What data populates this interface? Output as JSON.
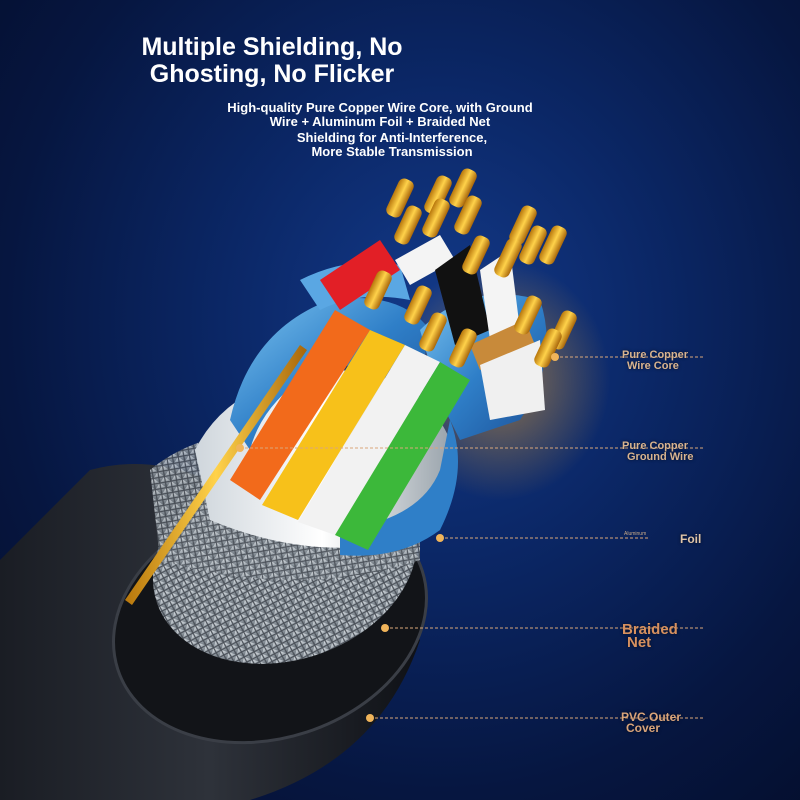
{
  "headline": {
    "line1": "Multiple Shielding, No",
    "line2": "Ghosting, No Flicker"
  },
  "subtitle": {
    "line1": "High-quality Pure Copper Wire Core, with Ground",
    "line2": "Wire + Aluminum Foil + Braided Net",
    "line3": "Shielding for Anti-Interference,",
    "line4": "More Stable Transmission"
  },
  "callouts": {
    "core": {
      "line1": "Pure Copper",
      "line2": "Wire Core"
    },
    "ground": {
      "line1": "Pure Copper",
      "line2": "Ground Wire"
    },
    "foil_small": "Aluminum",
    "foil": "Foil",
    "braid": {
      "line1": "Braided",
      "line2": "Net"
    },
    "pvc": {
      "line1": "PVC Outer",
      "line2": "Cover"
    }
  },
  "colors": {
    "background": "#0b2766",
    "callout_text": "#d9b48f",
    "copper_tip": "#f2b120",
    "shield_blue": "#3a8fd6"
  }
}
